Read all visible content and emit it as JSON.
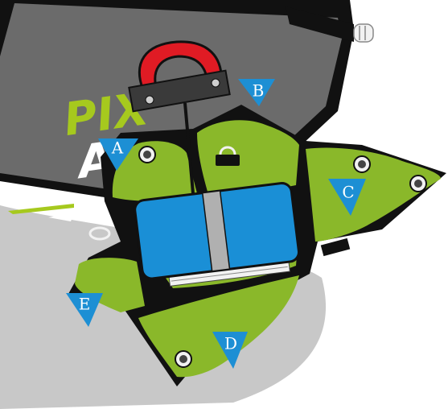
{
  "markers": [
    {
      "id": "A",
      "label": "A"
    },
    {
      "id": "B",
      "label": "B"
    },
    {
      "id": "C",
      "label": "C"
    },
    {
      "id": "D",
      "label": "D"
    },
    {
      "id": "E",
      "label": "E"
    }
  ],
  "logo": {
    "line1": "PIX",
    "line2": "AR"
  },
  "colors": {
    "harness_gray": "#6b6b6b",
    "reserve_light_gray": "#c8c8c8",
    "flap_green": "#8ab82a",
    "frame_black": "#111111",
    "container_blue": "#1a8fd6",
    "handle_red": "#e01b24",
    "marker_blue": "#1d8fd4",
    "logo_green": "#a6c91e",
    "logo_white": "#ffffff"
  }
}
